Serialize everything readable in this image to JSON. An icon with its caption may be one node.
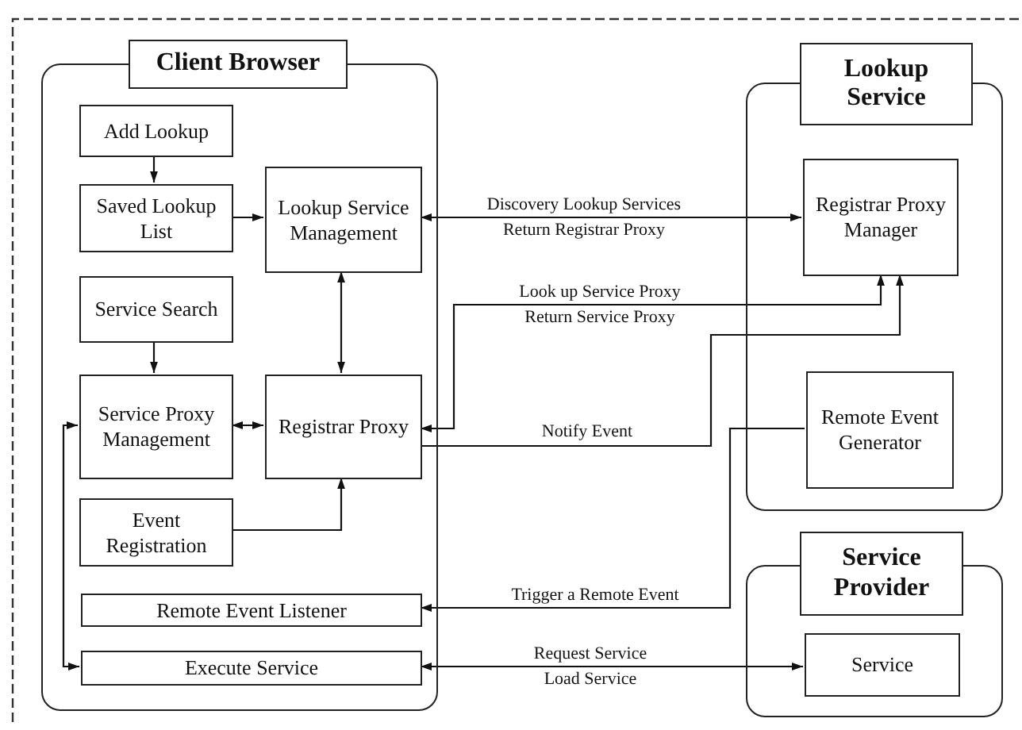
{
  "diagram": {
    "nodes": [
      {
        "text": [
          "Client Browser"
        ]
      },
      {
        "text": [
          "Add Lookup"
        ],
        "in": 0
      },
      {
        "text": [
          "Saved Lookup List"
        ],
        "in": 0
      },
      {
        "text": [
          "Lookup Service Management"
        ],
        "in": 0
      },
      {
        "text": [
          "Service Search"
        ],
        "in": 0
      },
      {
        "text": [
          "Service Proxy Management"
        ],
        "in": 0
      },
      {
        "text": [
          "Registrar Proxy"
        ],
        "in": 0
      },
      {
        "text": [
          "Event Registration"
        ],
        "in": 0
      },
      {
        "text": [
          "Remote Event Listener"
        ],
        "in": 0
      },
      {
        "text": [
          "Execute Service"
        ],
        "in": 0
      },
      {
        "text": [
          "Lookup Service"
        ]
      },
      {
        "text": [
          "Registrar Proxy Manager"
        ],
        "in": 10
      },
      {
        "text": [
          "Remote Event Generator"
        ],
        "in": 10
      },
      {
        "text": [
          "Service Provider"
        ]
      },
      {
        "text": [
          "Service"
        ],
        "in": 13
      }
    ],
    "edges": [
      {
        "from": 1,
        "to": 2,
        "arrow": "to"
      },
      {
        "from": 2,
        "to": 3,
        "arrow": "to"
      },
      {
        "from": 3,
        "to": 11,
        "arrow": "both",
        "label": "Discovery Lookup Services Return Registrar Proxy"
      },
      {
        "from": 3,
        "to": 6,
        "arrow": "both"
      },
      {
        "from": 4,
        "to": 5,
        "arrow": "to"
      },
      {
        "from": 5,
        "to": 6,
        "arrow": "both"
      },
      {
        "from": 7,
        "to": 6,
        "arrow": "to"
      },
      {
        "from": 6,
        "to": 11,
        "arrow": "both",
        "label": "Look up Service Proxy Return Service Proxy"
      },
      {
        "from": 6,
        "to": 11,
        "arrow": "to",
        "label": "Notify Event"
      },
      {
        "from": 12,
        "to": 8,
        "arrow": "to",
        "label": "Trigger a Remote Event"
      },
      {
        "from": 9,
        "to": 14,
        "arrow": "both",
        "label": "Request Service Load Service"
      },
      {
        "from": 5,
        "to": 9,
        "arrow": "both"
      }
    ]
  }
}
